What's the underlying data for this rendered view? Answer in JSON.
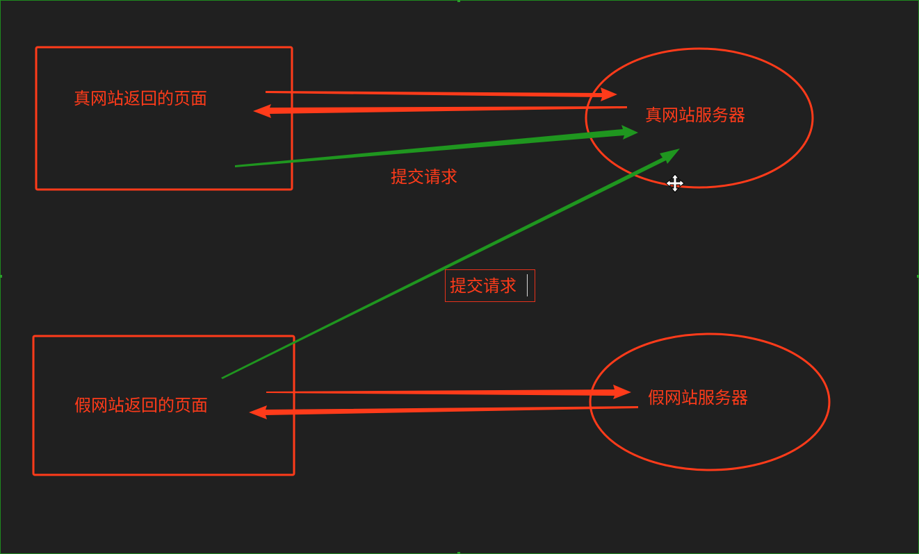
{
  "colors": {
    "background": "#202020",
    "shape_stroke": "#ff3b1a",
    "request_arrow": "#1f961f",
    "frame": "#1f8a1f"
  },
  "nodes": {
    "real_page_label": "真网站返回的页面",
    "fake_page_label": "假网站返回的页面",
    "real_server_label": "真网站服务器",
    "fake_server_label": "假网站服务器"
  },
  "annotations": {
    "submit_request_top": "提交请求",
    "submit_request_editing": "提交请求"
  },
  "icons": {
    "cursor": "move-cursor-icon"
  }
}
